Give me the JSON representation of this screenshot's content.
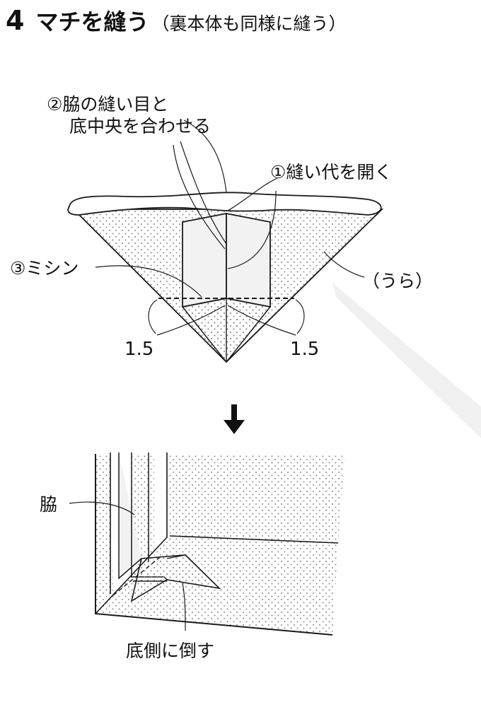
{
  "header": {
    "step_number": "4",
    "step_title": "マチを縫う",
    "step_subtitle": "（裏本体も同様に縫う）"
  },
  "labels": {
    "align_line1": "②脇の縫い目と",
    "align_line2": "底中央を合わせる",
    "open_seam": "①縫い代を開く",
    "sew": "③ミシン",
    "wrong_side": "（うら）",
    "measure_left": "1.5",
    "measure_right": "1.5",
    "side": "脇",
    "fold_to_bottom": "底側に倒す"
  },
  "icons": {
    "arrow": "arrow-down-icon"
  },
  "colors": {
    "line": "#1a1a1a",
    "dot": "#8a8a8a",
    "panel": "#f2f2f2"
  }
}
